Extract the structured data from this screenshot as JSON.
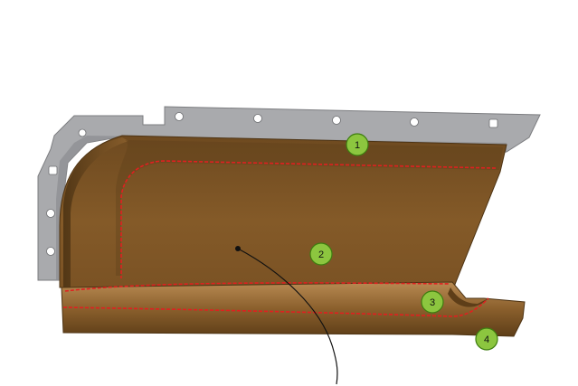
{
  "colors": {
    "frame": "#a9aaad",
    "frame_edge": "#7c7d80",
    "panel_dark": "#6e4a20",
    "panel_mid": "#8a5f2c",
    "panel_light": "#a67a44",
    "seam": "#e02020",
    "marker_fill": "#8cc63f",
    "marker_stroke": "#3e7d10"
  },
  "markers": [
    {
      "id": "1",
      "label": "1"
    },
    {
      "id": "2",
      "label": "2"
    },
    {
      "id": "3",
      "label": "3"
    },
    {
      "id": "4",
      "label": "4"
    }
  ]
}
